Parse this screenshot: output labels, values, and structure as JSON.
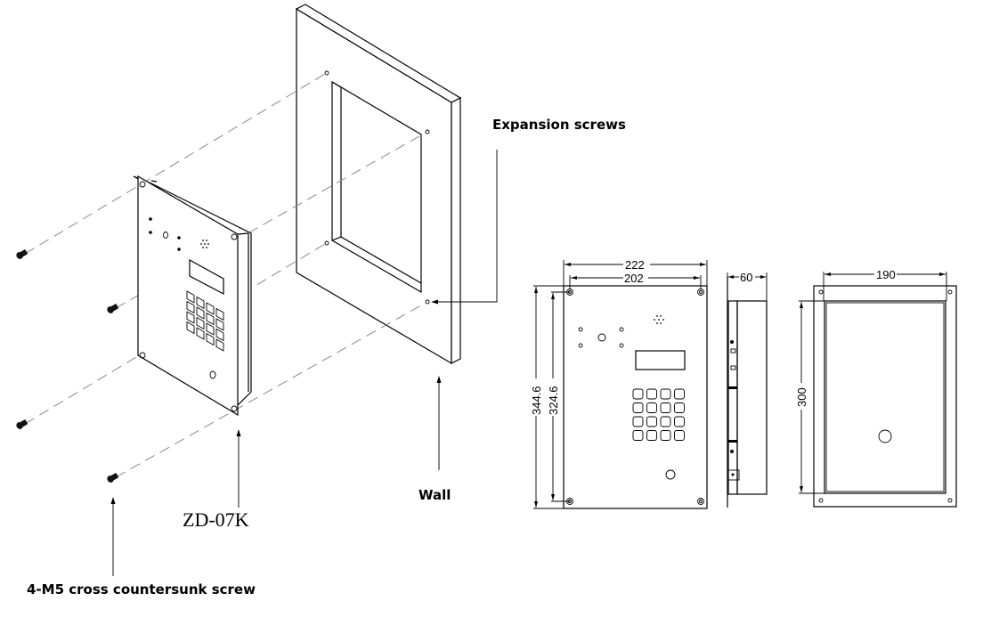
{
  "diagram": {
    "title": "ZD-07K flush mount installation diagram",
    "labels": {
      "expansion_screws": "Expansion screws",
      "wall": "Wall",
      "model": "ZD-07K",
      "screws": "4-M5 cross countersunk screw"
    },
    "dimensions": {
      "front_outer_width": "222",
      "front_hole_width": "202",
      "front_outer_height": "344.6",
      "front_hole_height": "324.6",
      "side_depth": "60",
      "back_box_width": "190",
      "back_box_height": "300"
    },
    "keypad": {
      "rows": 4,
      "cols": 4
    },
    "screw_count": 4,
    "colors": {
      "line": "#000000",
      "dash": "#8a8a8a",
      "background": "#ffffff"
    }
  }
}
